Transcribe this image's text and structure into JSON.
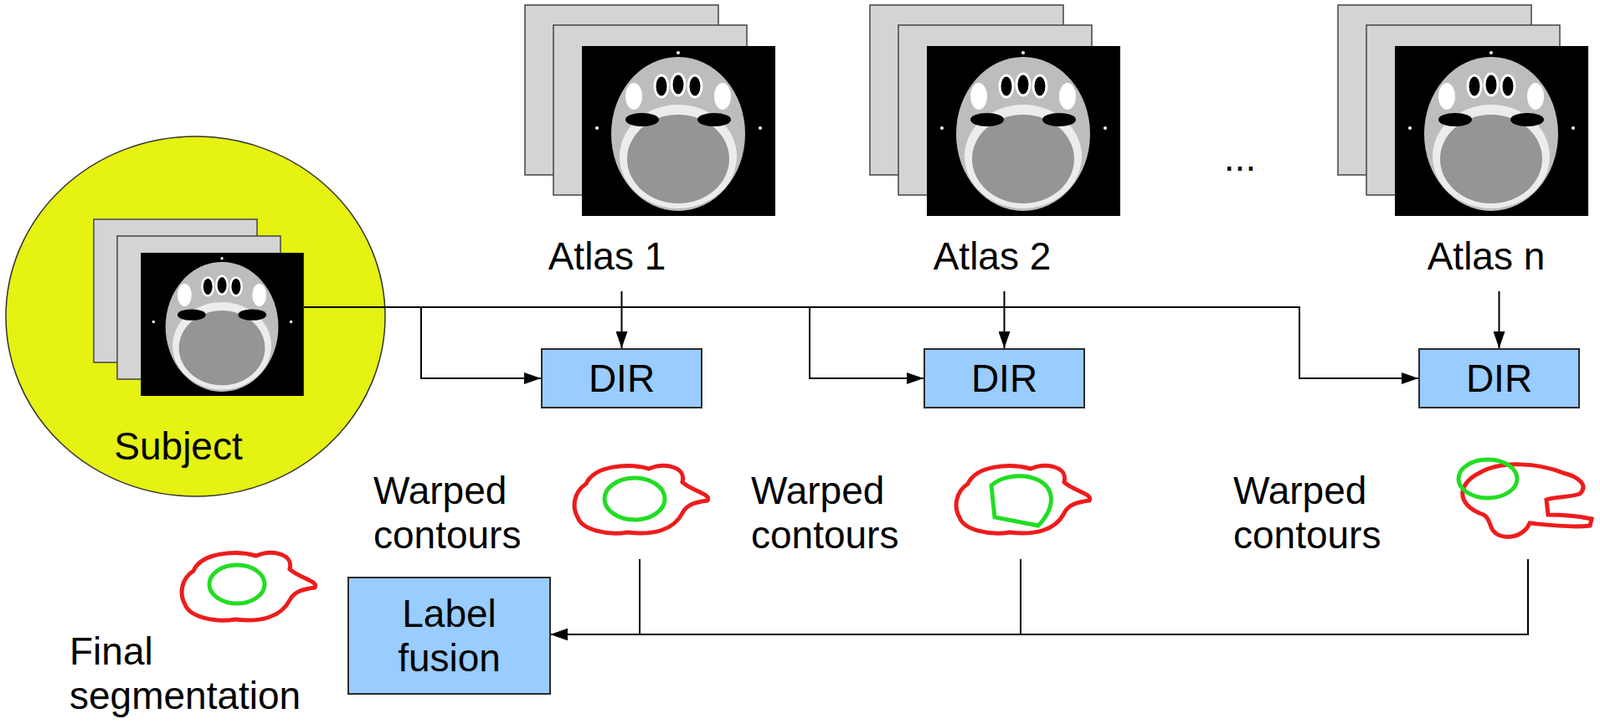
{
  "diagram": {
    "nodes": [
      {
        "text": [
          "Atlas 1"
        ]
      },
      {
        "text": [
          "Atlas 2"
        ]
      },
      {
        "text": [
          "Atlas n"
        ]
      },
      {
        "text": [
          "Subject"
        ]
      },
      {
        "text": [
          "DIR"
        ]
      },
      {
        "text": [
          "DIR"
        ]
      },
      {
        "text": [
          "DIR"
        ]
      },
      {
        "text": [
          "Warped contours"
        ]
      },
      {
        "text": [
          "Warped contours"
        ]
      },
      {
        "text": [
          "Warped contours"
        ]
      },
      {
        "text": [
          "Label fusion"
        ]
      }
    ],
    "edges": [
      {
        "from": 3,
        "to": 4,
        "arrow": "to"
      },
      {
        "from": 3,
        "to": 5,
        "arrow": "to"
      },
      {
        "from": 3,
        "to": 6,
        "arrow": "to"
      },
      {
        "from": 0,
        "to": 4,
        "arrow": "to"
      },
      {
        "from": 1,
        "to": 5,
        "arrow": "to"
      },
      {
        "from": 2,
        "to": 6,
        "arrow": "to"
      },
      {
        "from": 7,
        "to": 10,
        "arrow": "to"
      },
      {
        "from": 8,
        "to": 10,
        "arrow": "to"
      },
      {
        "from": 9,
        "to": 10,
        "arrow": "to"
      }
    ],
    "labels": [
      "...",
      "Final segmentation"
    ]
  }
}
